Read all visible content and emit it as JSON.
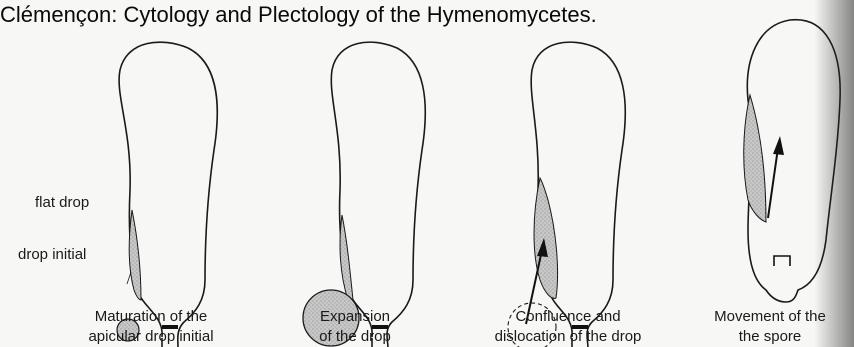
{
  "title": "Clémençon: Cytology and Plectology of the Hymenomycetes.",
  "side_labels": {
    "flat_drop": "flat drop",
    "drop_initial": "drop initial"
  },
  "panels": [
    {
      "caption_line1": "Maturation of the",
      "caption_line2": "apicular drop initial"
    },
    {
      "caption_line1": "Expansion",
      "caption_line2": "of the drop"
    },
    {
      "caption_line1": "Confluence and",
      "caption_line2": "dislocation of the drop"
    },
    {
      "caption_line1": "Movement of the",
      "caption_line2": "the spore"
    }
  ],
  "colors": {
    "outline": "#1a1a1a",
    "drop_fill": "#c4c4c4",
    "background": "#f7f7f5"
  }
}
